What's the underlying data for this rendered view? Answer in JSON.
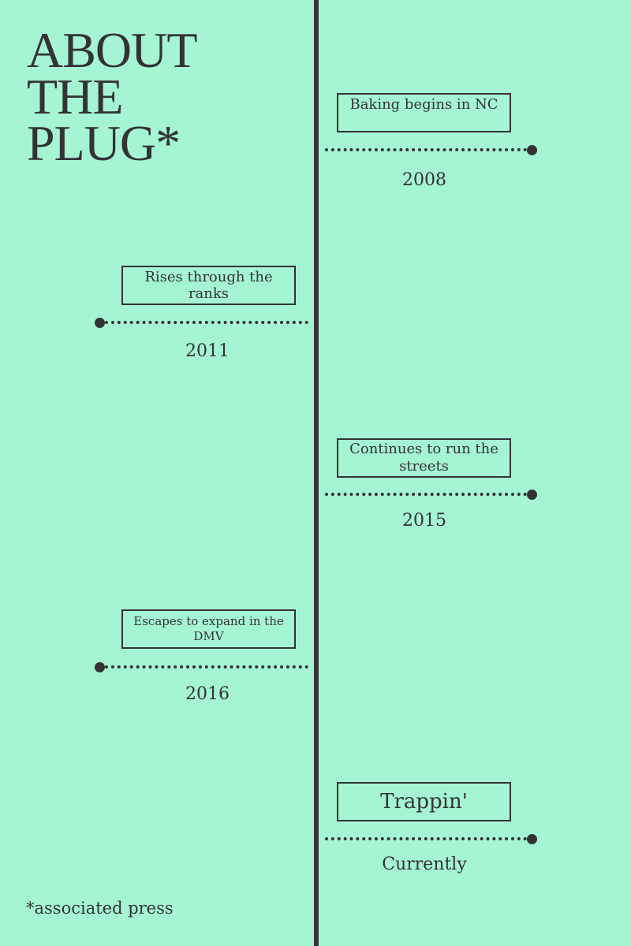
{
  "title": {
    "line1": "ABOUT",
    "line2": "THE",
    "line3": "PLUG*"
  },
  "events": [
    {
      "text": "Baking begins in NC",
      "year": "2008"
    },
    {
      "text": "Rises through the ranks",
      "year": "2011"
    },
    {
      "text": "Continues to run the streets",
      "year": "2015"
    },
    {
      "text": "Escapes to expand in the DMV",
      "year": "2016"
    },
    {
      "text": "Trappin'",
      "year": "Currently"
    }
  ],
  "footnote": "*associated press",
  "colors": {
    "background": "#a5f5d3",
    "ink": "#333333"
  }
}
